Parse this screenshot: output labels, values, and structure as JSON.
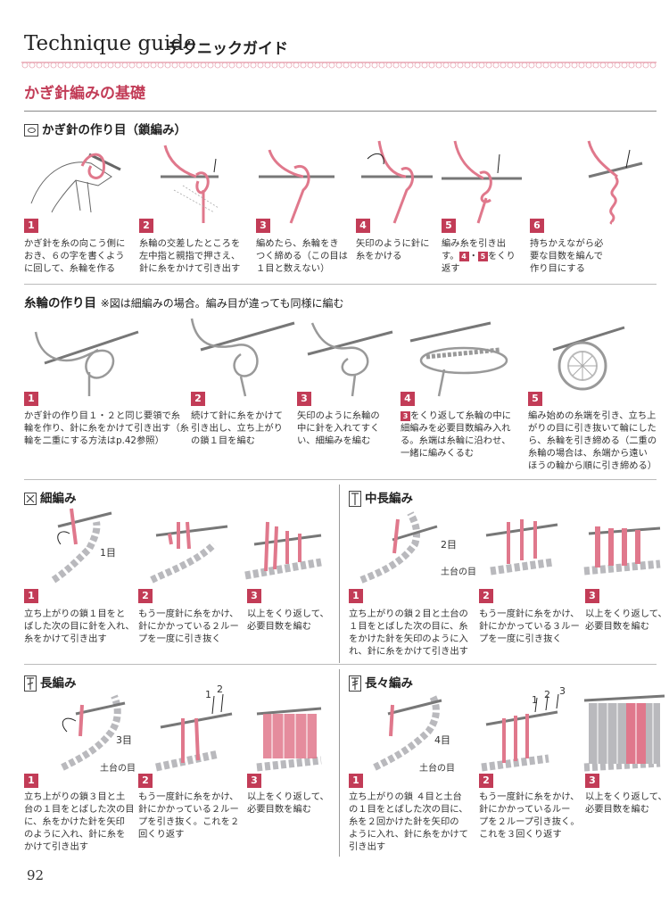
{
  "header": {
    "title_en": "Technique guide",
    "title_jp": "テクニックガイド"
  },
  "section_title": "かぎ針編みの基礎",
  "chain": {
    "heading": "かぎ針の作り目（鎖編み）",
    "steps": [
      {
        "n": "1",
        "text": "かぎ針を糸の向こう側に\nおき、６の字を書くよう\nに回して、糸輪を作る"
      },
      {
        "n": "2",
        "text": "糸輪の交差したところを\n左中指と親指で押さえ、\n針に糸をかけて引き出す"
      },
      {
        "n": "3",
        "text": "編めたら、糸輪をき\nつく締める（この目は\n１目と数えない）"
      },
      {
        "n": "4",
        "text": "矢印のように針に\n糸をかける"
      },
      {
        "n": "5",
        "pre": "編み糸を引き出\nす。",
        "ref1": "4",
        "mid": "・",
        "ref2": "5",
        "post": "をくり\n返す"
      },
      {
        "n": "6",
        "text": "持ちかえながら必\n要な目数を編んで\n作り目にする"
      }
    ]
  },
  "ring": {
    "heading": "糸輪の作り目",
    "note": "※図は細編みの場合。編み目が違っても同様に編む",
    "steps": [
      {
        "n": "1",
        "text": "かぎ針の作り目１・２と同じ要領で糸\n輪を作り、針に糸をかけて引き出す（糸\n輪を二重にする方法はp.42参照）"
      },
      {
        "n": "2",
        "text": "続けて針に糸をかけて\n引き出し、立ち上がり\nの鎖１目を編む"
      },
      {
        "n": "3",
        "text": "矢印のように糸輪の\n中に針を入れてすく\nい、細編みを編む"
      },
      {
        "n": "4",
        "ref": "3",
        "text": "をくり返して糸輪の中に\n細編みを必要目数編み入れ\nる。糸端は糸輪に沿わせ、\n一緒に編みくるむ"
      },
      {
        "n": "5",
        "text": "編み始めの糸端を引き、立ち上\nがりの目に引き抜いて輪にした\nら、糸輪を引き締める（二重の\n糸輪の場合は、糸端から遠い\nほうの輪から順に引き締める）"
      }
    ]
  },
  "sc": {
    "heading": "細編み",
    "label": "1目",
    "steps": [
      {
        "n": "1",
        "text": "立ち上がりの鎖１目をと\nばした次の目に針を入れ、\n糸をかけて引き出す"
      },
      {
        "n": "2",
        "text": "もう一度針に糸をかけ、\n針にかかっている２ルー\nプを一度に引き抜く"
      },
      {
        "n": "3",
        "text": "以上をくり返して、\n必要目数を編む"
      }
    ]
  },
  "hdc": {
    "heading": "中長編み",
    "label1": "2目",
    "label2": "土台の目",
    "steps": [
      {
        "n": "1",
        "text": "立ち上がりの鎖２目と土台の\n１目をとばした次の目に、糸\nをかけた針を矢印のように入\nれ、針に糸をかけて引き出す"
      },
      {
        "n": "2",
        "text": "もう一度針に糸をかけ、\n針にかかっている３ルー\nプを一度に引き抜く"
      },
      {
        "n": "3",
        "text": "以上をくり返して、\n必要目数を編む"
      }
    ]
  },
  "dc": {
    "heading": "長編み",
    "label1": "3目",
    "label2": "土台の目",
    "n1": "1",
    "n2": "2",
    "steps": [
      {
        "n": "1",
        "text": "立ち上がりの鎖３目と土\n台の１目をとばした次の目\nに、糸をかけた針を矢印\nのように入れ、針に糸を\nかけて引き出す"
      },
      {
        "n": "2",
        "text": "もう一度針に糸をかけ、\n針にかかっている２ルー\nプを引き抜く。これを２\n回くり返す"
      },
      {
        "n": "3",
        "text": "以上をくり返して、\n必要目数を編む"
      }
    ]
  },
  "tr": {
    "heading": "長々編み",
    "label1": "4目",
    "label2": "土台の目",
    "n1": "1",
    "n2": "2",
    "n3": "3",
    "steps": [
      {
        "n": "1",
        "text": "立ち上がりの鎖 ４目と土台\nの１目をとばした次の目に、\n糸を２回かけた針を矢印の\nように入れ、針に糸をかけて\n引き出す"
      },
      {
        "n": "2",
        "text": "もう一度針に糸をかけ、\n針にかかっているルー\nプを２ループ引き抜く。\nこれを３回くり返す"
      },
      {
        "n": "3",
        "text": "以上をくり返して、\n必要目数を編む"
      }
    ]
  },
  "page_number": "92",
  "colors": {
    "accent": "#c23c57",
    "yarn_pink": "#e0788c",
    "yarn_gray": "#b9b9bd",
    "text": "#333333"
  }
}
